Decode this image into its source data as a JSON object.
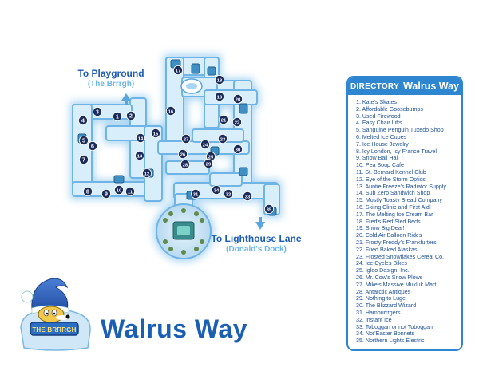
{
  "map": {
    "title": "Walrus Way",
    "exits": {
      "playground": {
        "name": "To Playground",
        "sub": "(The Brrrgh)"
      },
      "lighthouse": {
        "name": "To Lighthouse Lane",
        "sub": "(Donald's Dock)"
      }
    },
    "markers": [
      "1",
      "2",
      "3",
      "4",
      "5",
      "6",
      "7",
      "8",
      "9",
      "10",
      "11",
      "12",
      "13",
      "14",
      "15",
      "16",
      "17",
      "18",
      "19",
      "20",
      "21",
      "22",
      "23",
      "24",
      "25",
      "26",
      "27",
      "28",
      "29",
      "30",
      "31",
      "32",
      "33",
      "34",
      "35"
    ]
  },
  "directory": {
    "heading_small": "DIRECTORY",
    "heading_big": "Walrus Way",
    "items": [
      "1. Kate's Skates",
      "2. Affordable Goosebumps",
      "3. Used Firewood",
      "4. Easy Chair Lifts",
      "5. Sanguine Penguin Tuxedo Shop",
      "6. Melted Ice Cubes",
      "7. Ice House Jewelry",
      "8. Icy London, Icy France Travel",
      "9. Snow Ball Hall",
      "10. Pea Soup Cafe",
      "11. St. Bernard Kennel Club",
      "12. Eye of the Storm Optics",
      "13. Auntie Freeze's Radiator Supply",
      "14. Sub Zero Sandwich Shop",
      "15. Mostly Toasty Bread Company",
      "16. Skiing Clinic and First Aid!",
      "17. The Melting Ice Cream Bar",
      "18. Fred's Red Sled Beds",
      "19. Snow Big Deal!",
      "20. Cold Air Balloon Rides",
      "21. Frosty Freddy's Frankfurters",
      "22. Fried Baked Alaskas",
      "23. Frosted Snowflakes Cereal Co.",
      "24. Ice Cycles Bikes",
      "25. Igloo Design, Inc.",
      "26. Mr. Cow's Snow Plows",
      "27. Mike's Massive Mukluk Mart",
      "28. Antarctic Antiques",
      "29. Nothing to Luge",
      "30. The Blizzard Wizard",
      "31. Hamburrrgers",
      "32. Instant Ice",
      "33. Toboggan or not Toboggan",
      "34. Nor'Easter Bonnets",
      "35. Northern Lights Electric"
    ]
  },
  "logo": {
    "text": "THE BRRRGH"
  },
  "colors": {
    "accent": "#2f86d0",
    "path_glow": "#9fd3f2",
    "path_ice": "#cfe9fa",
    "marker": "#1c2c5a"
  }
}
